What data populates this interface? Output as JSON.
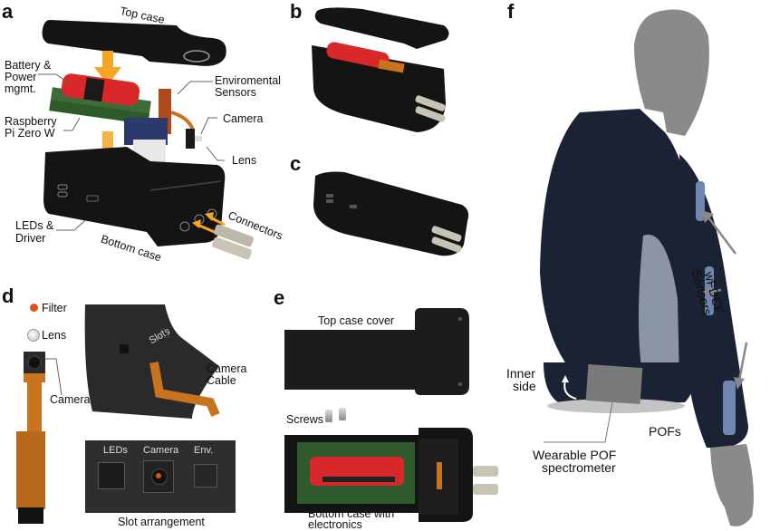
{
  "panels": {
    "a": {
      "letter": "a",
      "labels": {
        "top_case": "Top case",
        "battery_1": "Battery &",
        "battery_2": "Power",
        "battery_3": "mgmt.",
        "env_1": "Enviromental",
        "env_2": "Sensors",
        "rpi_1": "Raspberry",
        "rpi_2": "Pi Zero W",
        "camera": "Camera",
        "lens": "Lens",
        "leds_1": "LEDs &",
        "leds_2": "Driver",
        "connectors": "Connectors",
        "bottom_case": "Bottom case"
      }
    },
    "b": {
      "letter": "b"
    },
    "c": {
      "letter": "c"
    },
    "d": {
      "letter": "d",
      "labels": {
        "filter": "Filter",
        "lens": "Lens",
        "camera": "Camera",
        "slots": "Slots",
        "camera_cable_1": "Camera",
        "camera_cable_2": "Cable",
        "slot_leds": "LEDs",
        "slot_camera": "Camera",
        "slot_env": "Env.",
        "slot_arrangement": "Slot arrangement"
      }
    },
    "e": {
      "letter": "e",
      "labels": {
        "top_case_cover": "Top case cover",
        "screws": "Screws",
        "bottom_1": "Bottom case with",
        "bottom_2": "electronics"
      }
    },
    "f": {
      "letter": "f",
      "labels": {
        "sensors_1": "wFDCF",
        "sensors_2": "Sensors",
        "inner_1": "Inner",
        "inner_2": "side",
        "pofs": "POFs",
        "spectro_1": "Wearable POF",
        "spectro_2": "spectrometer"
      }
    }
  },
  "colors": {
    "case_black": "#141414",
    "battery_red": "#d8282a",
    "arrow_orange": "#f5a623",
    "mannequin_grey": "#8a8a8a",
    "shirt_navy": "#1b2233",
    "sensor_blue": "#6f86b0",
    "pcb_green": "#3f6b3a",
    "flex_orange": "#c9731f",
    "leader_grey": "#777777"
  }
}
